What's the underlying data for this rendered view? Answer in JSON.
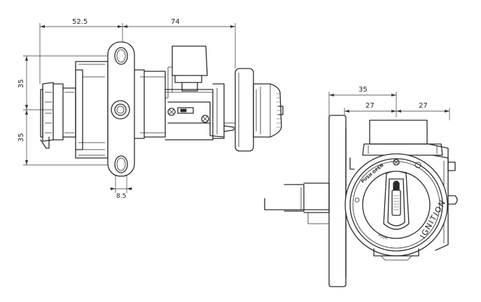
{
  "side_view": {
    "dim_top_left": "52.5",
    "dim_top_right": "74",
    "dim_left_upper": "35",
    "dim_left_lower": "35",
    "dim_bottom_flange": "8.5"
  },
  "front_view": {
    "dim_overall": "35",
    "dim_half_left": "27",
    "dim_half_right": "27",
    "knob_text_pushopen": "PUSH OPEN",
    "knob_text_ignition": "IGNITION",
    "knob_text_push": "PUSH"
  }
}
